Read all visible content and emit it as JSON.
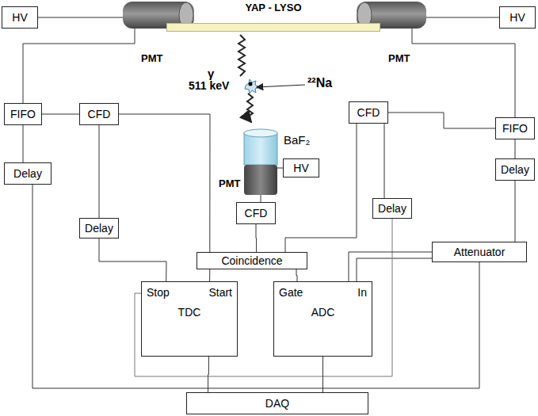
{
  "diagram": {
    "nodes": [
      {
        "text": [
          "HV"
        ]
      },
      {
        "text": [
          "YAP - LYSO"
        ]
      },
      {
        "text": [
          "HV"
        ]
      },
      {
        "text": [
          "FIFO"
        ]
      },
      {
        "text": [
          "CFD"
        ]
      },
      {
        "text": [
          "CFD"
        ]
      },
      {
        "text": [
          "FIFO"
        ]
      },
      {
        "text": [
          "Delay"
        ]
      },
      {
        "text": [
          "Delay"
        ]
      },
      {
        "text": [
          "HV"
        ]
      },
      {
        "text": [
          "Delay"
        ]
      },
      {
        "text": [
          "CFD"
        ]
      },
      {
        "text": [
          "Delay"
        ]
      },
      {
        "text": [
          "Coincidence"
        ]
      },
      {
        "text": [
          "Attenuator"
        ]
      },
      {
        "text": [
          "Stop",
          "Start",
          "TDC"
        ]
      },
      {
        "text": [
          "Gate",
          "In",
          "ADC"
        ]
      },
      {
        "text": [
          "DAQ"
        ]
      }
    ],
    "edges": [
      {
        "from": 3,
        "to": 4,
        "arrow": "none"
      },
      {
        "from": 3,
        "to": 7,
        "arrow": "none"
      },
      {
        "from": 7,
        "to": 14,
        "arrow": "none"
      },
      {
        "from": 4,
        "to": 13,
        "arrow": "none"
      },
      {
        "from": 4,
        "to": 10,
        "arrow": "none"
      },
      {
        "from": 10,
        "to": 15,
        "arrow": "none"
      },
      {
        "from": 13,
        "to": 15,
        "arrow": "none"
      },
      {
        "from": 13,
        "to": 16,
        "arrow": "none"
      },
      {
        "from": 11,
        "to": 13,
        "arrow": "none"
      },
      {
        "from": 5,
        "to": 13,
        "arrow": "none"
      },
      {
        "from": 5,
        "to": 6,
        "arrow": "none"
      },
      {
        "from": 5,
        "to": 12,
        "arrow": "none"
      },
      {
        "from": 12,
        "to": 15,
        "arrow": "none"
      },
      {
        "from": 6,
        "to": 8,
        "arrow": "none"
      },
      {
        "from": 8,
        "to": 14,
        "arrow": "none"
      },
      {
        "from": 14,
        "to": 16,
        "arrow": "none"
      },
      {
        "from": 15,
        "to": 17,
        "arrow": "none"
      },
      {
        "from": 16,
        "to": 17,
        "arrow": "none"
      }
    ],
    "labels": [
      "PMT",
      "PMT",
      "γ",
      "511 keV",
      "²²Na",
      "BaF₂",
      "PMT"
    ]
  }
}
